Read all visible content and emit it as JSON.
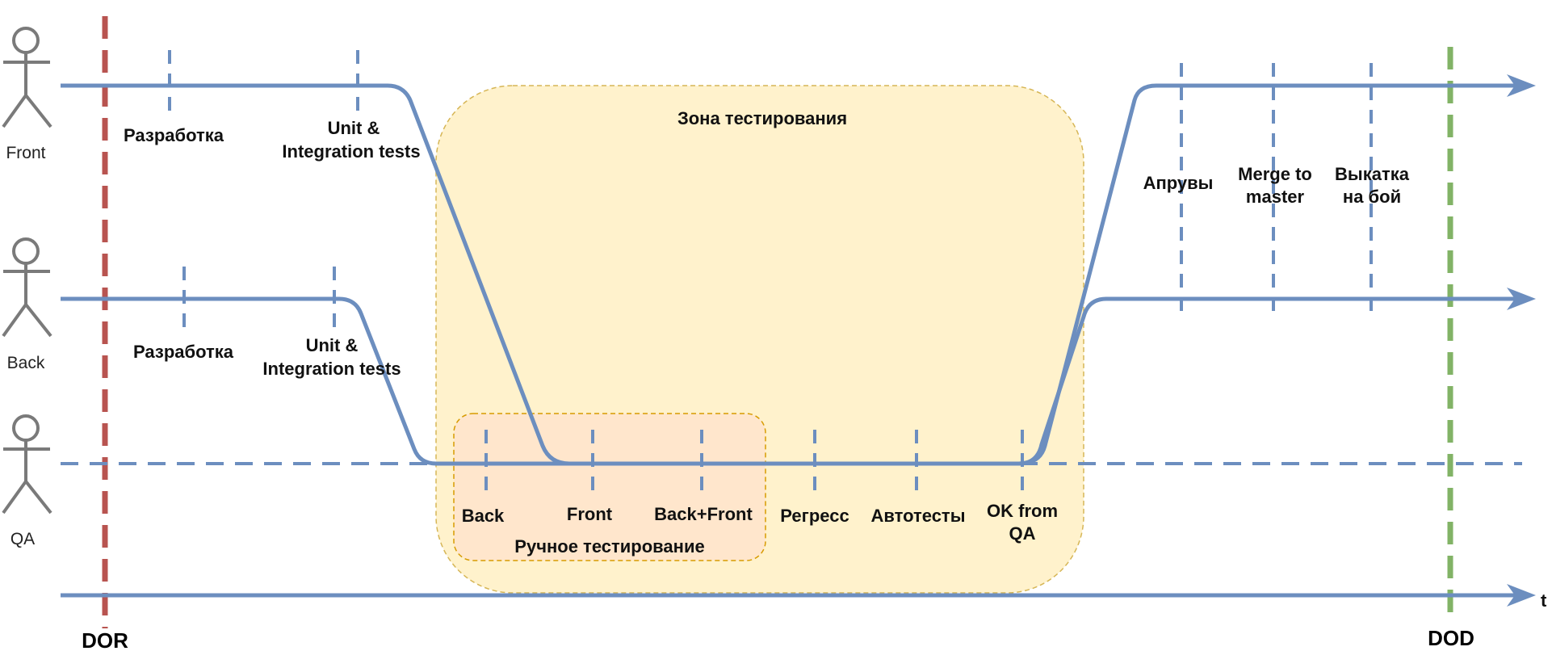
{
  "colors": {
    "timeline": "#6c8ebf",
    "dor": "#b85450",
    "dod": "#82b366",
    "actor": "#7a7a7a",
    "zone_fill": "#fff2cc",
    "zone_stroke": "#d6b656",
    "manual_fill": "#ffe6cc",
    "manual_stroke": "#d79b00"
  },
  "actors": {
    "front": "Front",
    "back": "Back",
    "qa": "QA"
  },
  "markers": {
    "dor": "DOR",
    "dod": "DOD",
    "time_axis": "t"
  },
  "zone": {
    "title": "Зона тестирования",
    "manual_title": "Ручное тестирование"
  },
  "front_steps": {
    "dev": "Разработка",
    "tests_line1": "Unit &",
    "tests_line2": "Integration tests"
  },
  "back_steps": {
    "dev": "Разработка",
    "tests_line1": "Unit &",
    "tests_line2": "Integration tests"
  },
  "qa_steps": {
    "back": "Back",
    "front": "Front",
    "back_front": "Back+Front",
    "regress": "Регресс",
    "autotests": "Автотесты",
    "ok_line1": "OK from",
    "ok_line2": "QA"
  },
  "release_steps": {
    "approvals": "Апрувы",
    "merge_line1": "Merge to",
    "merge_line2": "master",
    "deploy_line1": "Выкатка",
    "deploy_line2": "на бой"
  }
}
